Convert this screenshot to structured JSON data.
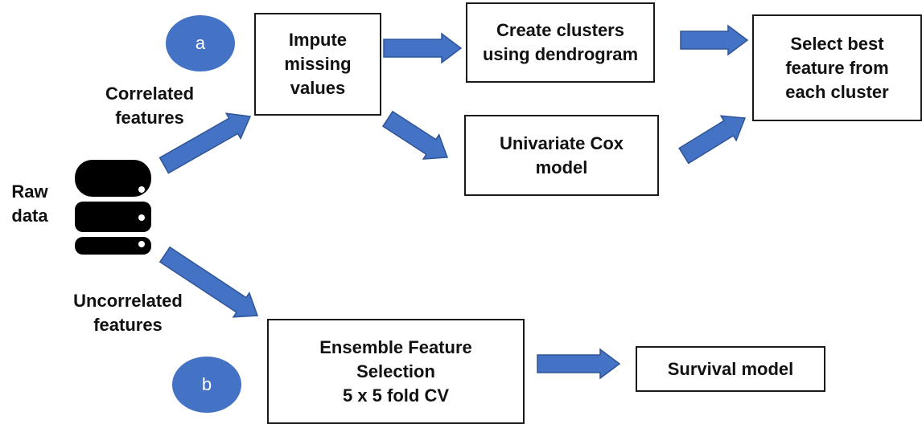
{
  "colors": {
    "arrow_fill": "#4472c4",
    "arrow_stroke": "#2f5597",
    "circle_fill": "#4472c4",
    "database": "#000000"
  },
  "circles": {
    "a": "a",
    "b": "b"
  },
  "labels": {
    "correlated": "Correlated\nfeatures",
    "uncorrelated": "Uncorrelated\nfeatures",
    "raw_data": "Raw\ndata"
  },
  "boxes": {
    "impute": "Impute\nmissing\nvalues",
    "clusters": "Create clusters\nusing dendrogram",
    "select_best": "Select best\nfeature from\neach cluster",
    "cox": "Univariate Cox\nmodel",
    "ensemble": "Ensemble Feature\nSelection\n5 x 5 fold CV",
    "survival": "Survival model"
  },
  "icons": {
    "database": "database-icon"
  }
}
